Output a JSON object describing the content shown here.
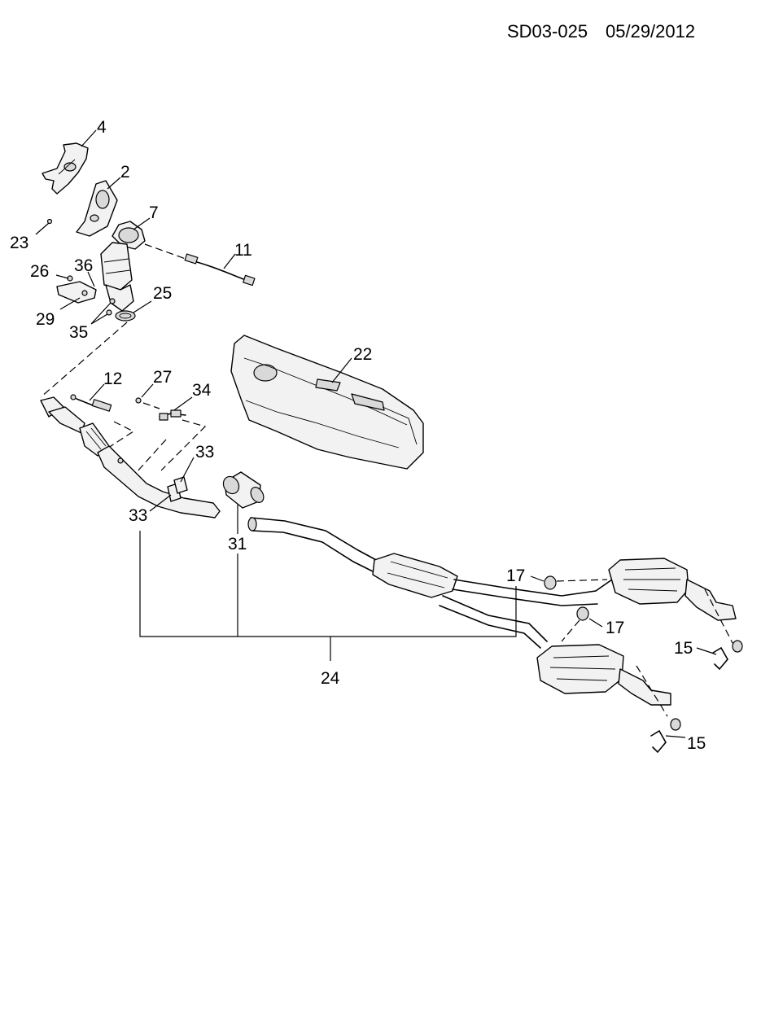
{
  "header": {
    "diagram_code": "SD03-025",
    "date": "05/29/2012"
  },
  "callouts": {
    "c4": "4",
    "c2": "2",
    "c7": "7",
    "c23": "23",
    "c11": "11",
    "c26": "26",
    "c36": "36",
    "c25": "25",
    "c29": "29",
    "c35": "35",
    "c22": "22",
    "c12": "12",
    "c27": "27",
    "c34": "34",
    "c33a": "33",
    "c33b": "33",
    "c31": "31",
    "c24": "24",
    "c17a": "17",
    "c17b": "17",
    "c15a": "15",
    "c15b": "15"
  }
}
